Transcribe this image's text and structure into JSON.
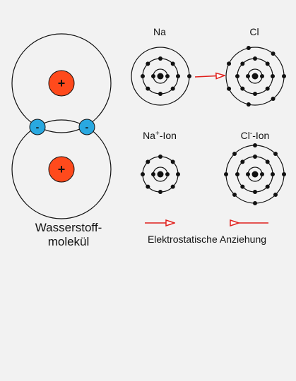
{
  "hydrogen": {
    "label_line1": "Wasserstoff-",
    "label_line2": "molekül",
    "proton_sign": "+",
    "electron_sign": "-",
    "proton_color": "#ff4a1c",
    "electron_color": "#29a8e0"
  },
  "ionic": {
    "na_label": "Na",
    "cl_label": "Cl",
    "na_ion_label": "Na",
    "na_ion_sup": "+",
    "na_ion_suffix": "-Ion",
    "cl_ion_label": "Cl",
    "cl_ion_sup": "-",
    "cl_ion_suffix": "-Ion",
    "caption": "Elektrostatische Anziehung",
    "arrow_color": "#e0201c"
  }
}
